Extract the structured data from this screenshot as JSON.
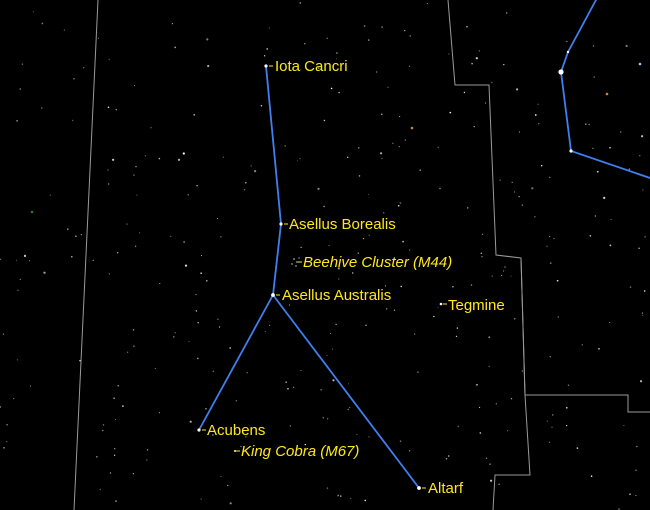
{
  "colors": {
    "background": "#000000",
    "label": "#ffe81a",
    "constellation_line": "#3f7ff0",
    "boundary_line": "#9a9a9a",
    "star": "#ffffff"
  },
  "labels": {
    "iota_cancri": "Iota Cancri",
    "asellus_borealis": "Asellus Borealis",
    "beehive_cluster": "Beehive Cluster (M44)",
    "asellus_australis": "Asellus Australis",
    "tegmine": "Tegmine",
    "acubens": "Acubens",
    "king_cobra": "King Cobra (M67)",
    "altarf": "Altarf"
  }
}
